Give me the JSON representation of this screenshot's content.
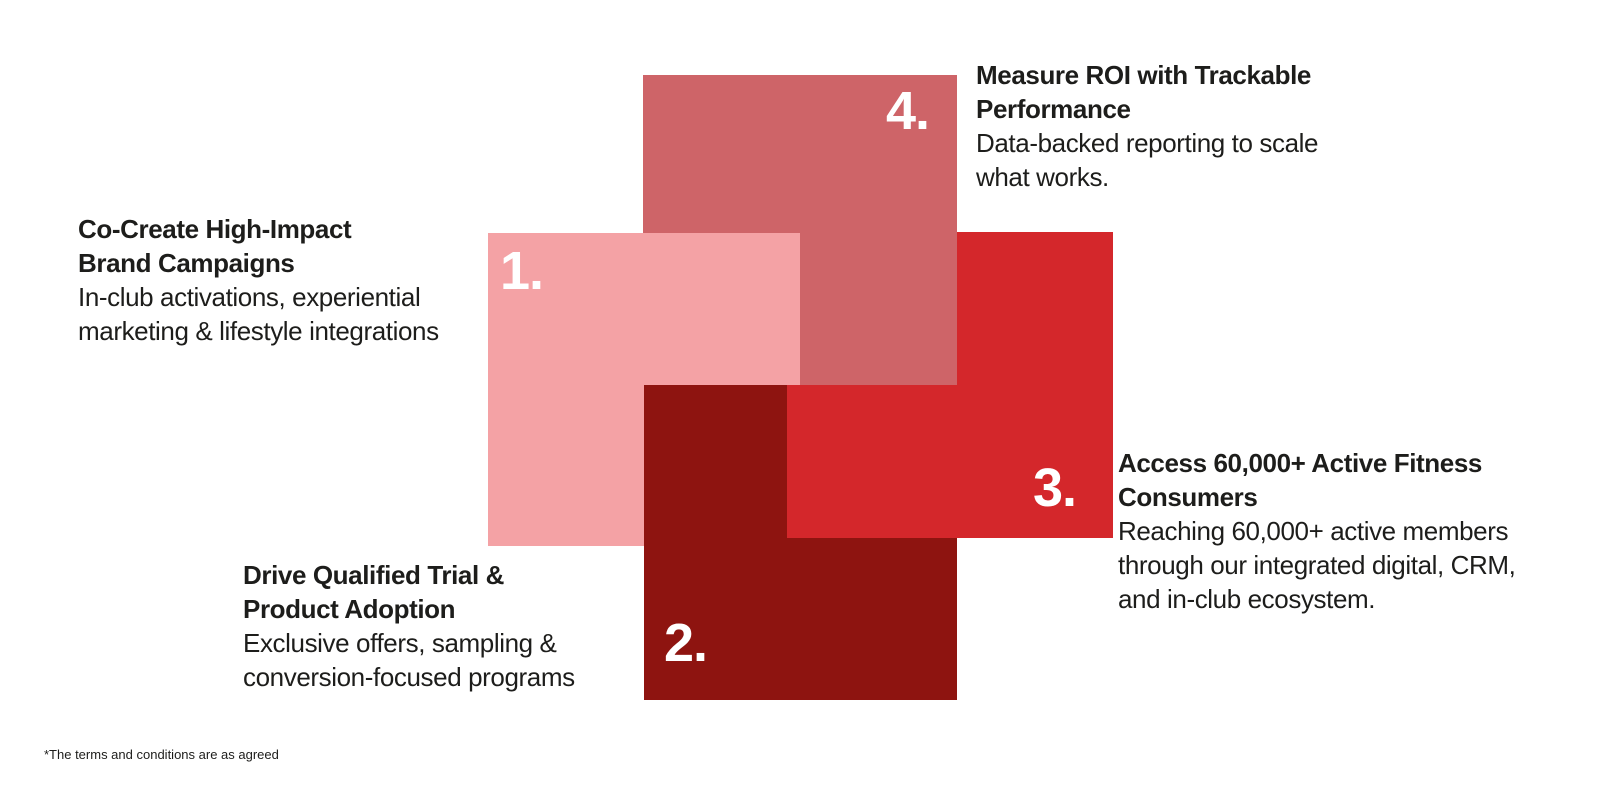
{
  "diagram": {
    "background_color": "#ffffff",
    "text_color": "#1d1d1b",
    "number_color": "#ffffff",
    "steps": [
      {
        "number_label": "1.",
        "square_color": "#f4a2a5",
        "title_lines": [
          "Co-Create High-Impact",
          "Brand Campaigns"
        ],
        "body_lines": [
          "In-club activations, experiential",
          "marketing & lifestyle integrations"
        ]
      },
      {
        "number_label": "2.",
        "square_color": "#8e1410",
        "title_lines": [
          "Drive Qualified Trial &",
          "Product Adoption"
        ],
        "body_lines": [
          "Exclusive offers, sampling &",
          "conversion-focused programs"
        ]
      },
      {
        "number_label": "3.",
        "square_color": "#d4272b",
        "title_lines": [
          "Access 60,000+ Active Fitness",
          "Consumers"
        ],
        "body_lines": [
          "Reaching 60,000+ active members",
          "through our integrated digital, CRM,",
          "and in-club ecosystem."
        ]
      },
      {
        "number_label": "4.",
        "square_color": "#ce6468",
        "title_lines": [
          "Measure ROI with Trackable",
          "Performance"
        ],
        "body_lines": [
          "Data-backed reporting to scale",
          "what works."
        ]
      }
    ],
    "footnote": "*The terms and conditions are as agreed"
  }
}
